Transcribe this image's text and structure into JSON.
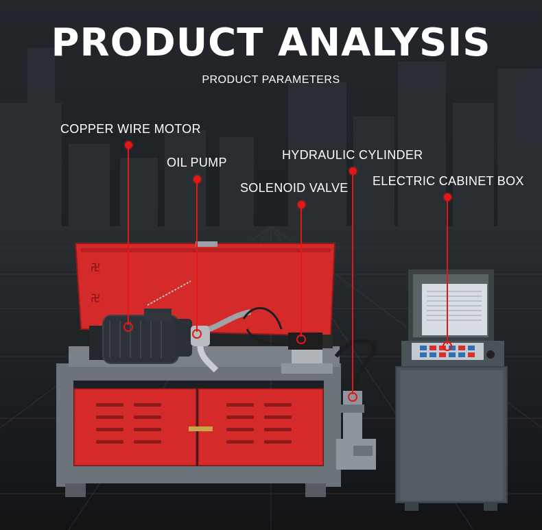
{
  "header": {
    "title": "PRODUCT ANALYSIS",
    "subtitle": "PRODUCT PARAMETERS"
  },
  "callouts": [
    {
      "id": "copper-wire-motor",
      "label": "COPPER WIRE MOTOR"
    },
    {
      "id": "oil-pump",
      "label": "OIL PUMP"
    },
    {
      "id": "solenoid-valve",
      "label": "SOLENOID VALVE"
    },
    {
      "id": "hydraulic-cylinder",
      "label": "HYDRAULIC CYLINDER"
    },
    {
      "id": "electric-cabinet-box",
      "label": "ELECTRIC CABINET BOX"
    }
  ],
  "colors": {
    "accent": "#e01818",
    "machine_red": "#d42a2a",
    "machine_frame": "#6c737b",
    "background": "#1c1f23"
  }
}
